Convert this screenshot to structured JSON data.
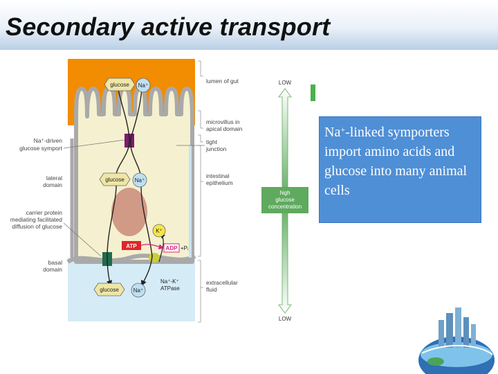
{
  "title": "Secondary active transport",
  "callout": {
    "prefix": "Na",
    "superscript": "+",
    "body": "-linked symporters import amino acids and glucose into many animal cells"
  },
  "diagram": {
    "right_labels": {
      "lumen": [
        "lumen of gut"
      ],
      "microvillus": [
        "microvillus in",
        "apical domain"
      ],
      "tight": [
        "tight",
        "junction"
      ],
      "epithelium": [
        "intestinal",
        "epithelium"
      ],
      "extracellular": [
        "extracellular",
        "fluid"
      ]
    },
    "left_labels": {
      "symport": [
        "Na⁺-driven",
        "glucose symport"
      ],
      "lateral": [
        "lateral",
        "domain"
      ],
      "carrier": [
        "carrier protein",
        "mediating facilitated",
        "diffusion of glucose"
      ],
      "basal": [
        "basal",
        "domain"
      ]
    },
    "molecules": {
      "glucose": "glucose",
      "na": "Na⁺",
      "k": "K⁺",
      "atp": "ATP",
      "adp": "ADP",
      "pi": "+Pᵢ",
      "pump": [
        "Na⁺-K⁺",
        "ATPase"
      ]
    },
    "gradient": {
      "top": "LOW",
      "bottom": "LOW",
      "label": [
        "high",
        "glucose",
        "concentration"
      ]
    }
  },
  "colors": {
    "lumen": "#f28c00",
    "cell": "#f5f0cf",
    "cell_wall": "#a9a9a9",
    "extracellular": "#d5ecf7",
    "symport": "#7b1a6e",
    "uniport": "#1f6b4d",
    "nucleus": "#d19a86",
    "glucose": "#efe6a6",
    "na": "#bfe0f2",
    "k": "#f6e54a",
    "atp": "#e0252c",
    "adp_pi": "#d4237a",
    "gradient": "#5faa5f",
    "callout_bg": "#4f8fd6",
    "callout_text": "#ffffff",
    "bullet": "#4caf50"
  },
  "icons": {
    "globe": "globe-cityscape-icon"
  }
}
